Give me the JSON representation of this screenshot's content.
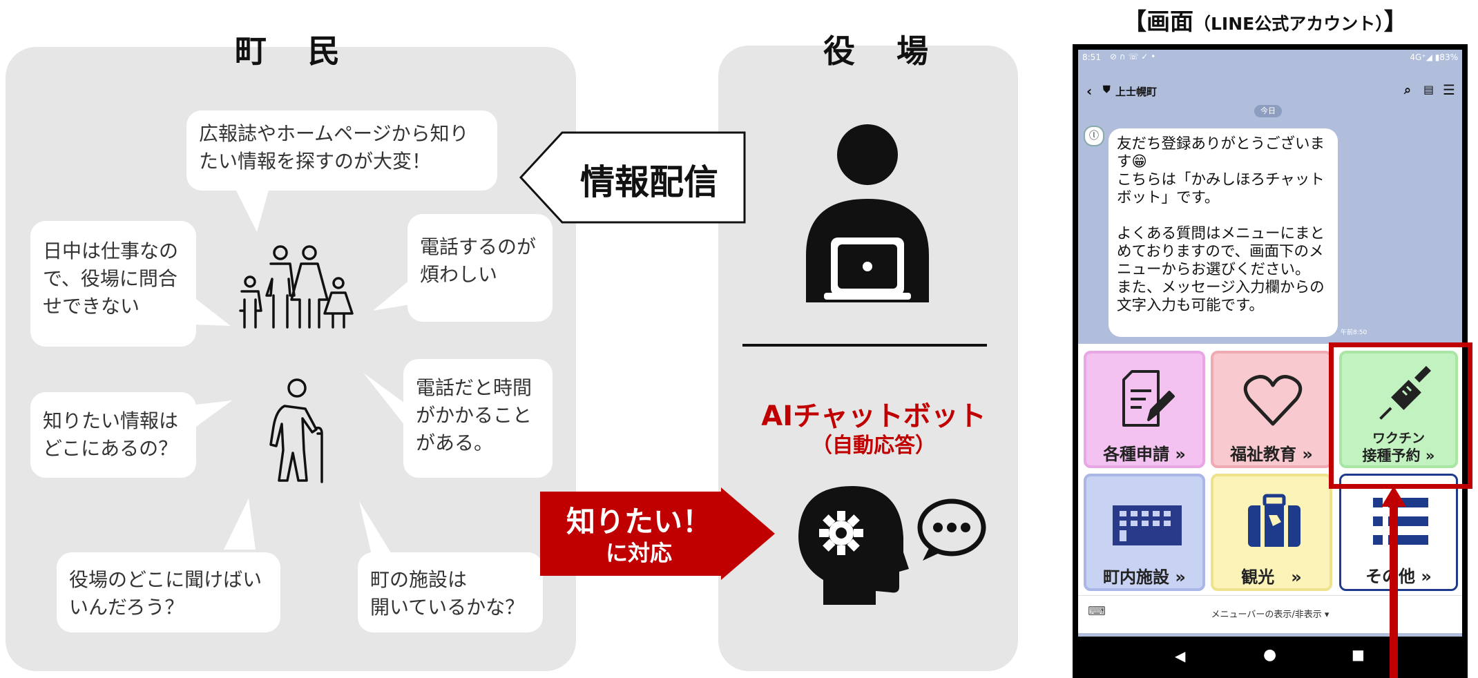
{
  "residents": {
    "heading": "町 民",
    "bubbles": [
      "広報誌やホームページから知り\nたい情報を探すのが大変！",
      "日中は仕事なの\nで、役場に問合\nせできない",
      "電話するのが\n煩わしい",
      "知りたい情報は\nどこにあるの？",
      "電話だと時間\nがかかること\nがある。",
      "役場のどこに聞けばい\nいんだろう？",
      "町の施設は\n開いているかな？"
    ]
  },
  "office": {
    "heading": "役 場",
    "chatbot_title": "AIチャットボット",
    "chatbot_sub": "（自動応答）"
  },
  "arrows": {
    "info_delivery": "情報配信",
    "want_to_know_line1": "知りたい！",
    "want_to_know_line2": "に対応"
  },
  "screen": {
    "caption_main": "【画面",
    "caption_sub": "（LINE公式アカウント）",
    "caption_end": "】",
    "status_time": "8:51",
    "status_right": "4G⁺◢ ▮83%",
    "account_name": "上士幌町",
    "date_badge": "今日",
    "message": "友だち登録ありがとうございま\nす😁\nこちらは「かみしほろチャット\nボット」です。\n\nよくある質問はメニューにまと\nめておりますので、画面下のメ\nニューからお選びください。\nまた、メッセージ入力欄からの\n文字入力も可能です。",
    "message_time": "午前8:50",
    "menu": [
      {
        "label": "各種申請 »",
        "bg": "#f3c2f0",
        "border": "#e9a6e4",
        "icon": "document-edit-icon"
      },
      {
        "label": "福祉教育 »",
        "bg": "#f8c9cf",
        "border": "#f0aab3",
        "icon": "heart-icon"
      },
      {
        "label1": "ワクチン",
        "label2": "接種予約 »",
        "bg": "#c3f2c1",
        "border": "#a8e6a4",
        "icon": "syringe-icon"
      },
      {
        "label": "町内施設 »",
        "bg": "#c8d2f2",
        "border": "#aab6e6",
        "icon": "building-icon"
      },
      {
        "label": "観光　»",
        "bg": "#fbf3b8",
        "border": "#efe28c",
        "icon": "suitcase-icon"
      },
      {
        "label": "その他 »",
        "bg": "#ffffff",
        "border": "#1e3a8a",
        "icon": "list-icon"
      }
    ],
    "menubar_toggle": "メニューバーの表示/非表示 ▾"
  },
  "colors": {
    "highlight_red": "#c00000",
    "navy": "#1e3a8a"
  }
}
